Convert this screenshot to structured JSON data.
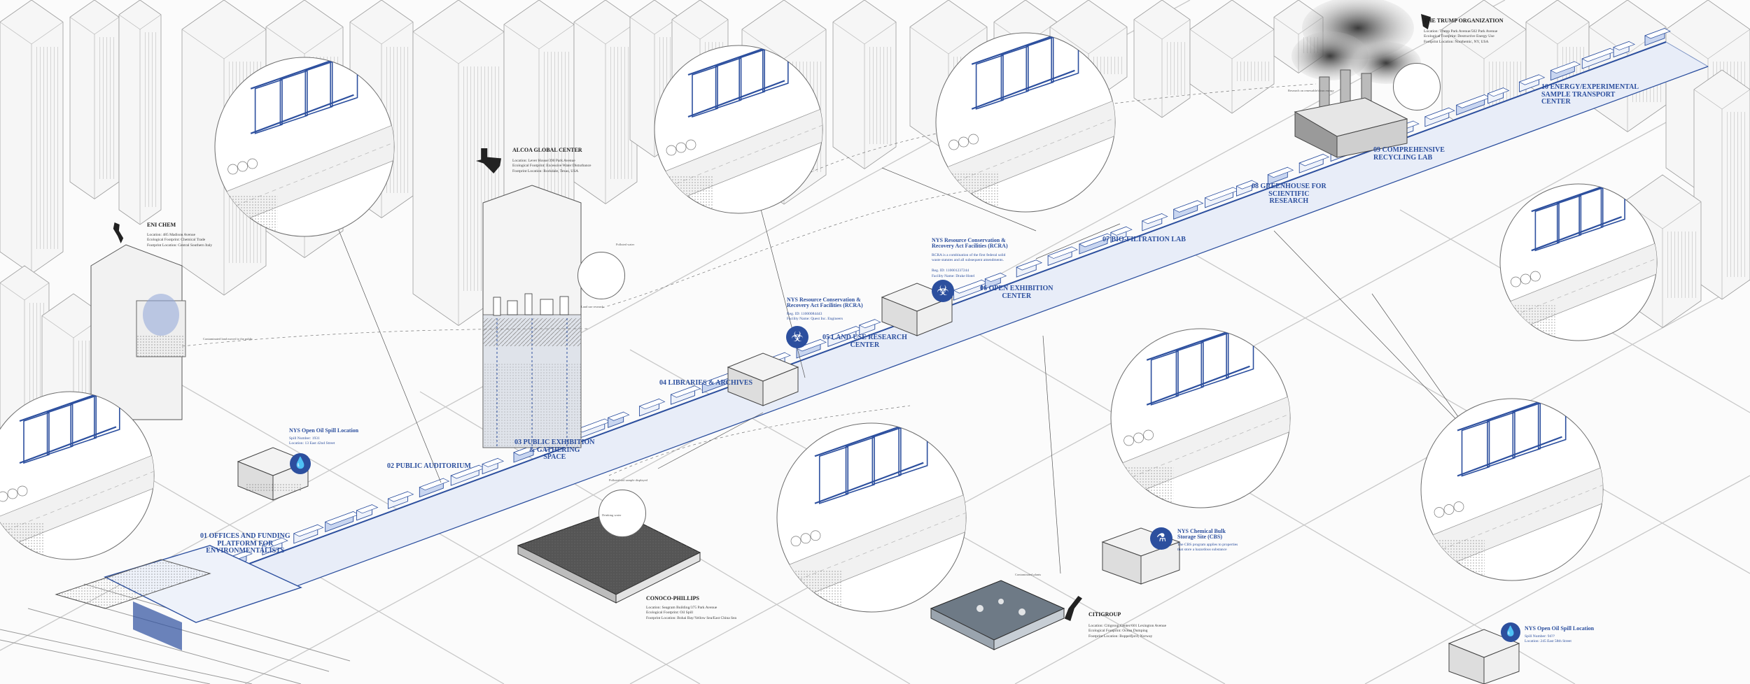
{
  "palette": {
    "blue": "#2c4f9e",
    "lightblue": "#c9d6f0",
    "line": "#9a9a9a",
    "dark": "#1b1b1b"
  },
  "program": [
    {
      "id": "01",
      "label": "01 OFFICES AND FUNDING\nPLATFORM  FOR\nENVIRONMENTALISTS"
    },
    {
      "id": "02",
      "label": "02 PUBLIC AUDITORIUM"
    },
    {
      "id": "03",
      "label": "03 PUBLIC EXHIBITION\n& GATHERING\nSPACE"
    },
    {
      "id": "04",
      "label": "04 LIBRARIES & ARCHIVES"
    },
    {
      "id": "05",
      "label": "05 LAND USE RESEARCH\nCENTER"
    },
    {
      "id": "06",
      "label": "06 OPEN EXHIBITION\nCENTER"
    },
    {
      "id": "07",
      "label": "07 BIO-FILTRATION LAB"
    },
    {
      "id": "08",
      "label": "08 GREENHOUSE FOR\nSCIENTIFIC\nRESEARCH"
    },
    {
      "id": "09",
      "label": "09 COMPREHENSIVE\nRECYCLING LAB"
    },
    {
      "id": "10",
      "label": "10 ENERGY/EXPERIMENTAL\nSAMPLE TRANSPORT\nCENTER"
    }
  ],
  "sites": {
    "oil_spill_1": {
      "title": "NYS Open Oil Spill Location",
      "details": "Spill Number: 1931\nLocation: 13 East 42nd Street"
    },
    "oil_spill_2": {
      "title": "NYS Open Oil Spill Location",
      "details": "Spill Number: 94??\nLocation: 245 East 58th Street"
    },
    "rcra_1": {
      "title": "NYS Resource Conservation &\nRecovery Act Facilities (RCRA)",
      "details": "Reg. ID: 11000084443\nFacility Name: Quest Inc. Engineers"
    },
    "rcra_2": {
      "title": "NYS Resource Conservation &\nRecovery Act Facilities (RCRA)",
      "details": "RCRA is a combination of the first federal solid\nwaste statutes and all subsequent amendments.\n\nReg. ID: 110001237244\nFacility Name: Drake Hotel"
    },
    "cbs": {
      "title": "NYS Chemical Bulk\nStorage Site (CBS)",
      "details": "The CBS program applies to properties\nthat store a hazardous substance"
    }
  },
  "companies": {
    "eni": {
      "name": "ENI CHEM",
      "details": "Location: 485 Madison Avenue\nEcological Footprint: Chemical Trade\nFootprint Location: Central Southern Italy"
    },
    "alcoa": {
      "name": "ALCOA GLOBAL CENTER",
      "details": "Location: Lever House/390 Park Avenue\nEcological Footprint: Excessive Water Disturbance\nFootprint Location: Rockdale, Texas, USA"
    },
    "conoco": {
      "name": "CONOCO-PHILLIPS",
      "details": "Location: Seagram Building/375 Park Avenue\nEcological Footprint: Oil Spill\nFootprint Location: Bohai Bay/Yellow Sea/East China Sea"
    },
    "citigroup": {
      "name": "CITIGROUP",
      "details": "Location: Citigroup Center/601 Lexington Avenue\nEcological Footprint: Ocean Dumping\nFootprint Location: Boppelfjord, Norway"
    },
    "trump": {
      "name": "THE TRUMP ORGANIZATION",
      "details": "Location: Trump Park Avenue/502 Park Avenue\nEcological Footprint: Destructive Energy Use\nFootprint Location: Nonthemic, NY, USA"
    }
  },
  "annotations": [
    "Contaminated land moved to the public",
    "Land use research",
    "Polluted soil sample displayed",
    "Drinking water",
    "Polluted water",
    "Research on renewable/clean energy",
    "Contaminated plants"
  ]
}
